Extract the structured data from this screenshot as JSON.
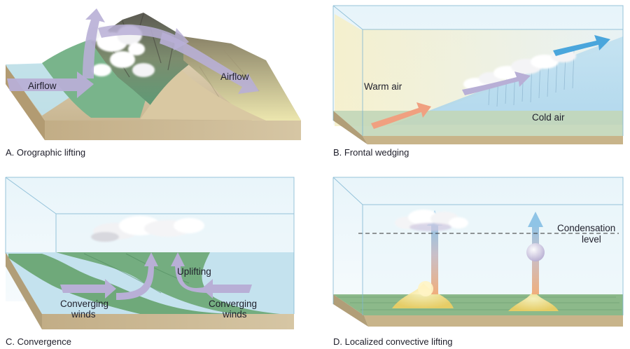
{
  "panels": {
    "a": {
      "caption": "A. Orographic lifting",
      "labels": {
        "airflow_left": "Airflow",
        "airflow_right": "Airflow"
      }
    },
    "b": {
      "caption": "B. Frontal wedging",
      "labels": {
        "warm_air": "Warm air",
        "cold_air": "Cold air"
      }
    },
    "c": {
      "caption": "C. Convergence",
      "labels": {
        "uplifting": "Uplifting",
        "converging_left_1": "Converging",
        "converging_left_2": "winds",
        "converging_right_1": "Converging",
        "converging_right_2": "winds"
      }
    },
    "d": {
      "caption": "D. Localized convective lifting",
      "labels": {
        "condensation_1": "Condensation",
        "condensation_2": "level"
      }
    }
  },
  "colors": {
    "airflow_arrow": "#b8afd6",
    "warm_arrow": "#f0a080",
    "cold_arrow": "#4aa6dc",
    "rising_arrow": "#9ac6e2",
    "sand": "#d8c9a8",
    "land_green": "#6fa97a"
  }
}
